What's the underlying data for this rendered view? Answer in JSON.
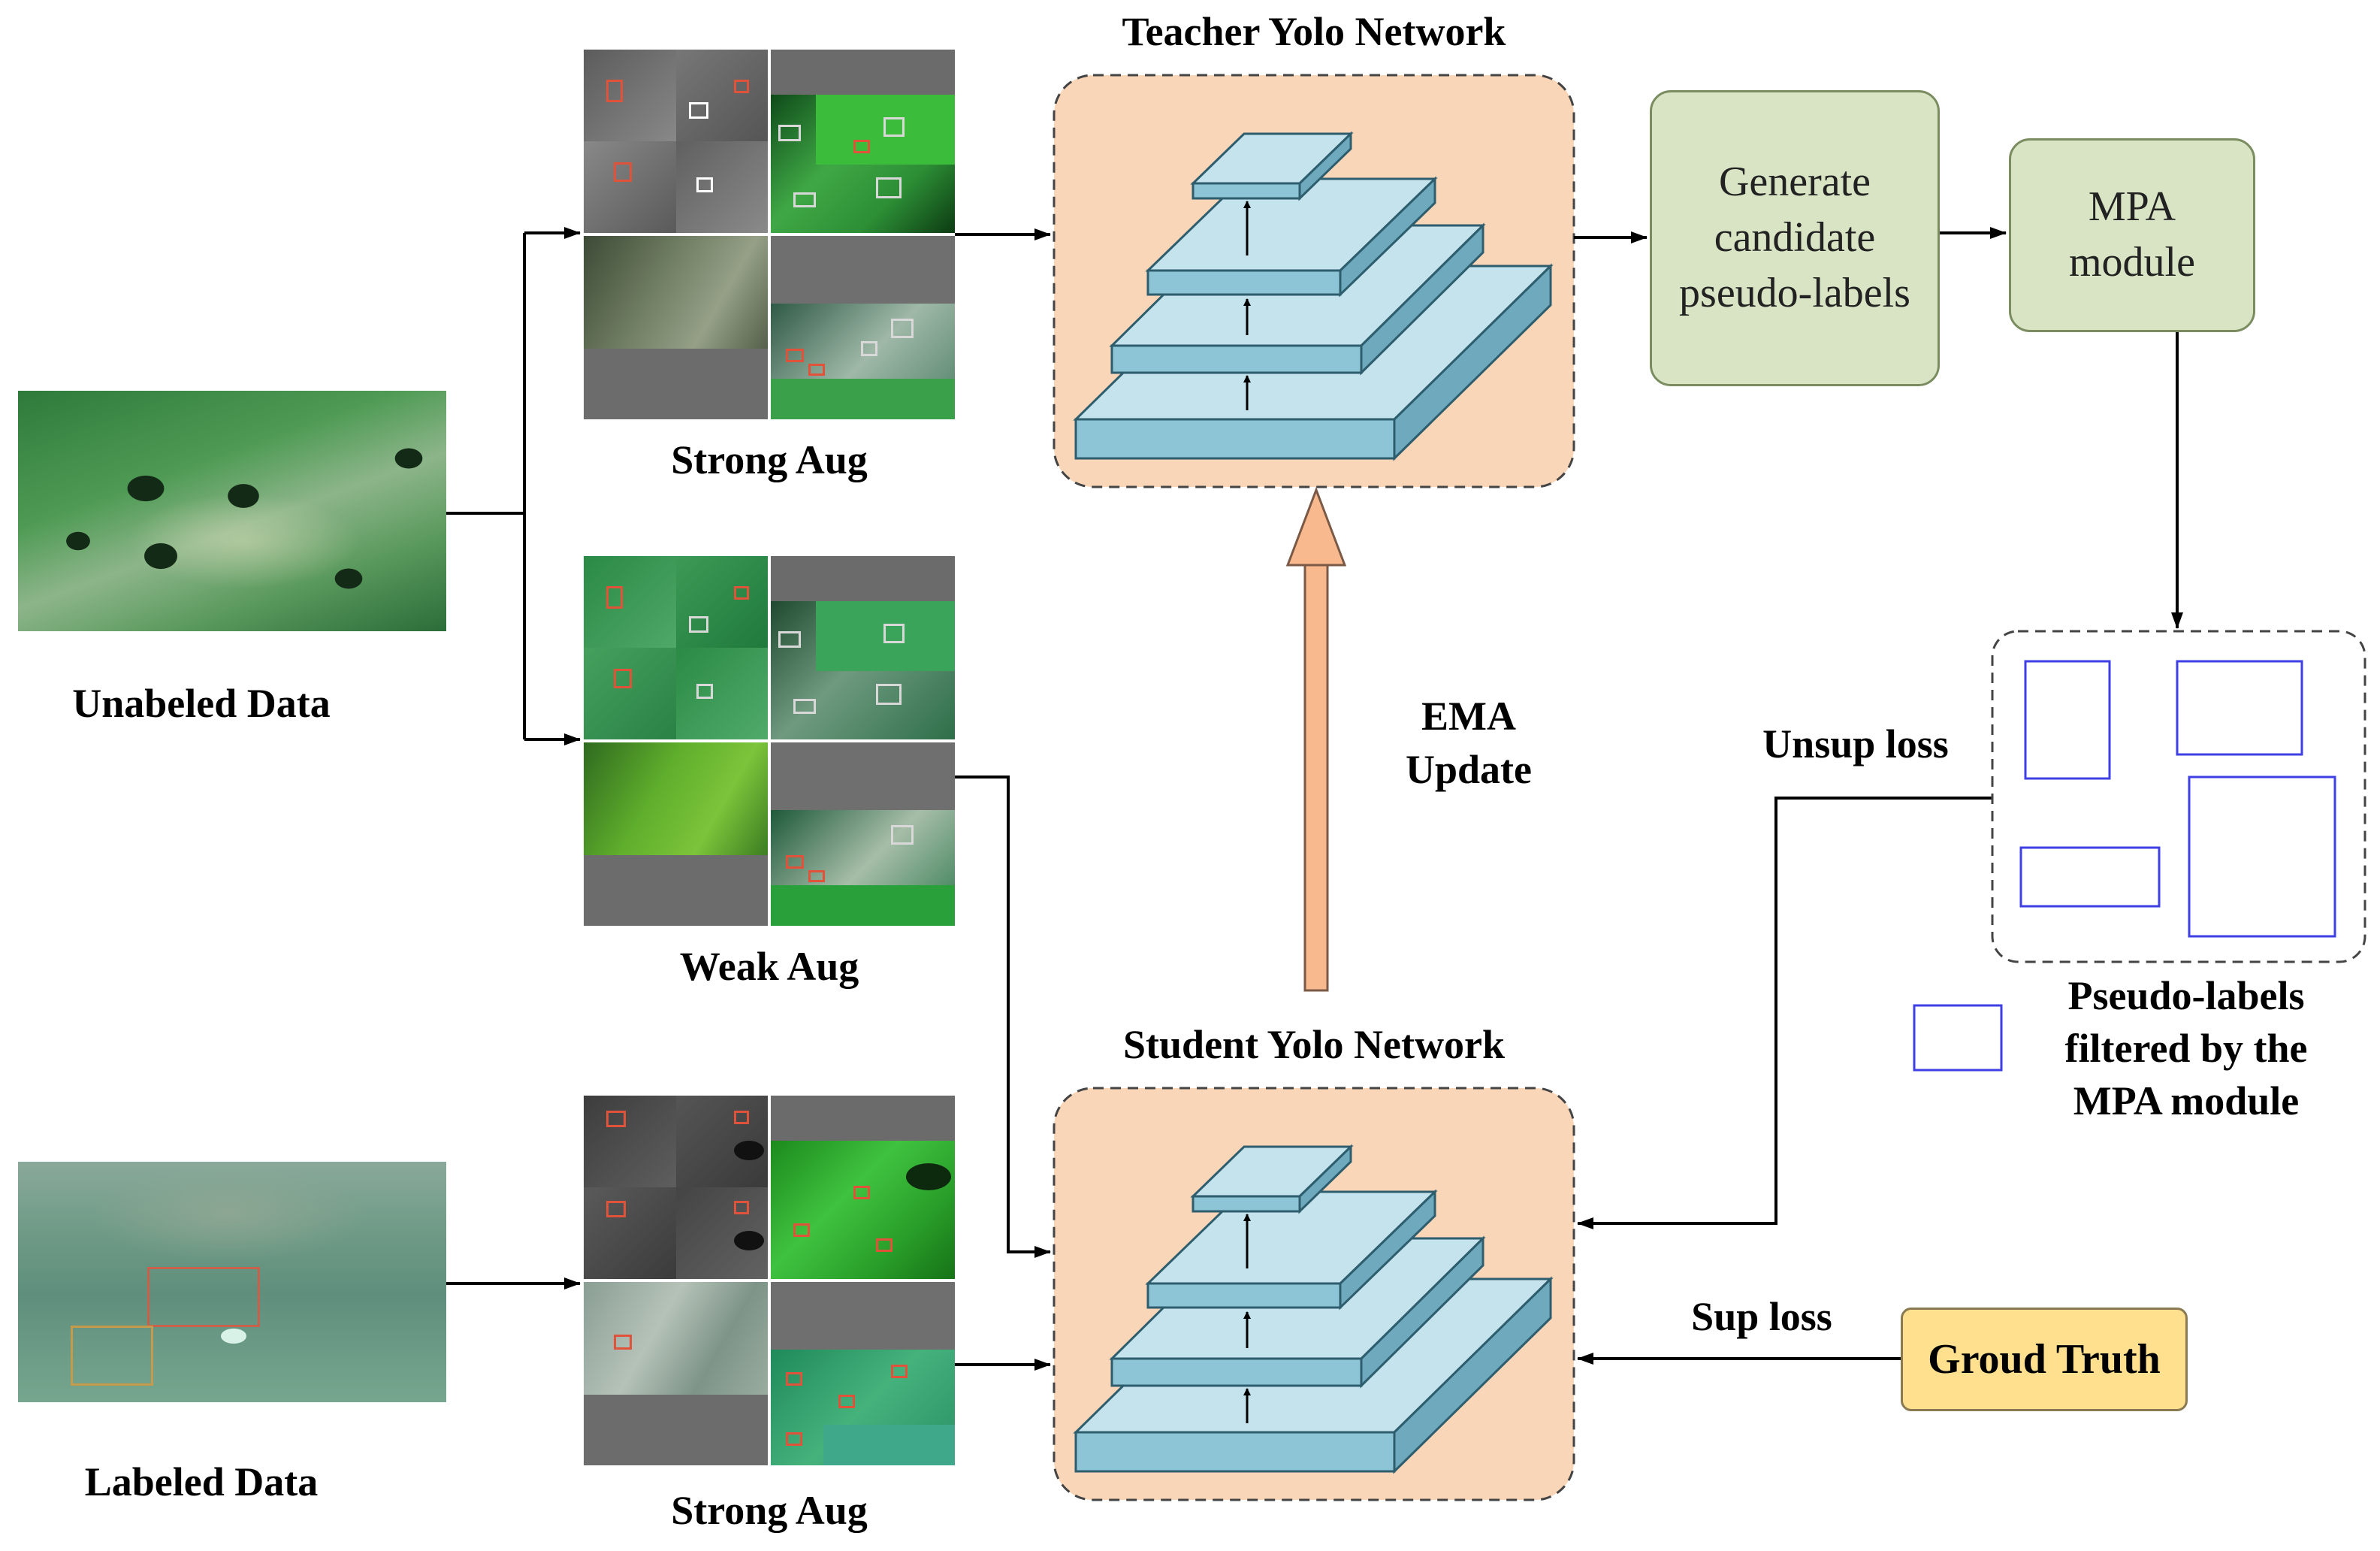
{
  "labels": {
    "unlabeled_data": "Unabeled Data",
    "labeled_data": "Labeled Data",
    "strong_aug_top": "Strong Aug",
    "weak_aug": "Weak Aug",
    "strong_aug_bottom": "Strong Aug",
    "teacher_network": "Teacher Yolo Network",
    "student_network": "Student Yolo Network",
    "ema_update_line1": "EMA",
    "ema_update_line2": "Update",
    "unsup_loss": "Unsup loss",
    "sup_loss": "Sup loss",
    "pseudo_labels_line1": "Pseudo-labels",
    "pseudo_labels_line2": "filtered by the",
    "pseudo_labels_line3": "MPA module"
  },
  "boxes": {
    "generate_line1": "Generate",
    "generate_line2": "candidate",
    "generate_line3": "pseudo-labels",
    "mpa_line1": "MPA",
    "mpa_line2": "module",
    "ground_truth": "Groud Truth"
  },
  "colors": {
    "network_bg": "#fad6b8",
    "layer_top": "#c5e3ec",
    "layer_side": "#8ec5d6",
    "green_box": "#d9e4c4",
    "ground_truth_box": "#fee08f",
    "ema_arrow": "#f9b98e",
    "pseudo_box_stroke": "#3f3fe6"
  }
}
